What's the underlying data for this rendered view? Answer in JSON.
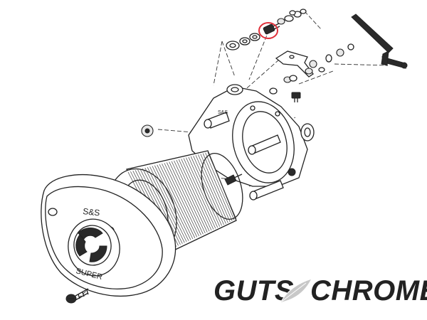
{
  "cover": {
    "brand_top": "S&S",
    "brand_bottom": "SUPER"
  },
  "backplate": {
    "brand": "S&S"
  },
  "watermark": {
    "left": "GUTS",
    "right": "CHROME",
    "color": "#c8c8c8"
  },
  "highlight_color": "#e0303a"
}
